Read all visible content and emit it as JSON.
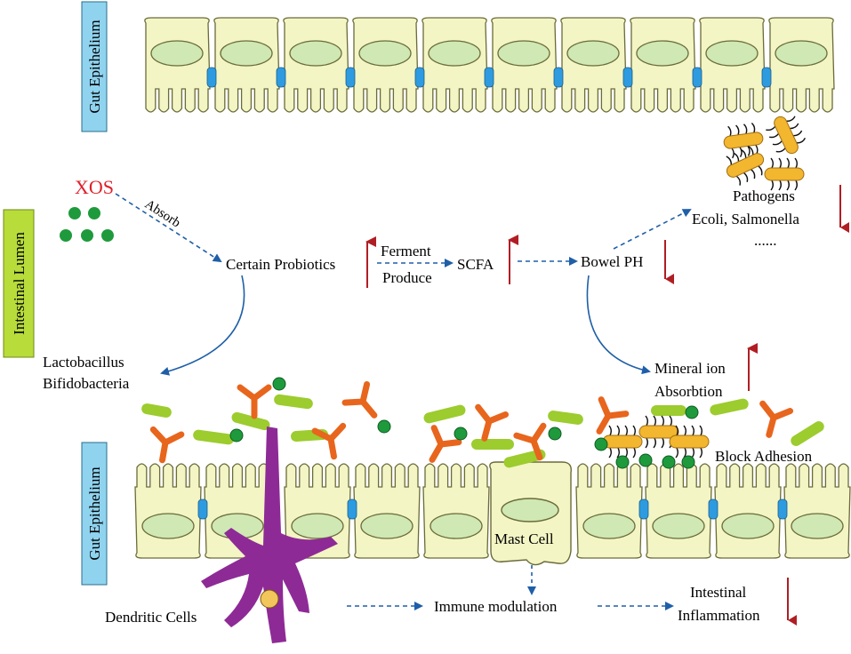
{
  "labels": {
    "gut_epithelium_top": "Gut  Epithelium",
    "intestinal_lumen": "Intestinal  Lumen",
    "gut_epithelium_bottom": "Gut  Epithelium",
    "xos": "XOS",
    "absorb": "Absorb",
    "certain_probiotics": "Certain Probiotics",
    "ferment": "Ferment",
    "produce": "Produce",
    "scfa": "SCFA",
    "bowel_ph": "Bowel PH",
    "pathogens": "Pathogens",
    "pathogen_examples": "Ecoli, Salmonella",
    "ellipsis": "......",
    "lactobacillus": "Lactobacillus",
    "bifidobacteria": "Bifidobacteria",
    "mineral_ion": "Mineral ion",
    "absorbtion": "Absorbtion",
    "block_adhesion": "Block Adhesion",
    "mast_cell": "Mast Cell",
    "dendritic_cells": "Dendritic Cells",
    "immune_modulation": "Immune modulation",
    "intestinal": "Intestinal",
    "inflammation": "Inflammation"
  },
  "colors": {
    "cell_fill": "#f3f5c4",
    "cell_stroke": "#6b6b3a",
    "nucleus_fill": "#cfe8b4",
    "junction": "#2e9be0",
    "label_box": "#8fd3ef",
    "label_box_green": "#b8dc3a",
    "arrow_blue": "#1f5fa8",
    "arrow_red": "#b01e23",
    "xos_red": "#e0202a",
    "green_dot": "#1e9a3c",
    "probiotic_rod": "#9ccc2e",
    "pathogen": "#f2b62f",
    "antibody": "#e8651d",
    "dendritic": "#8e2a96"
  },
  "icons": [
    "xos-particles",
    "probiotic-rods",
    "pathogen-bacteria",
    "y-antibodies",
    "dendritic-cell",
    "mast-cell"
  ]
}
